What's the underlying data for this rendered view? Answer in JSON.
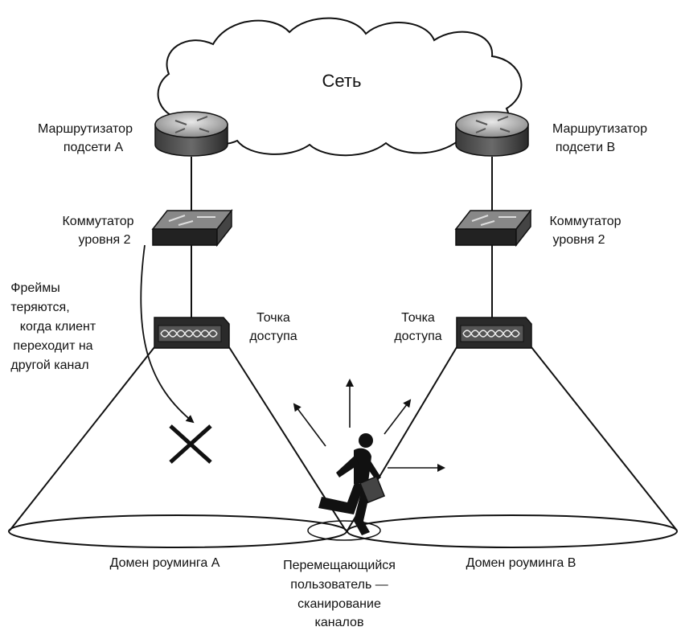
{
  "network": {
    "cloud_label": "Сеть"
  },
  "router_a": {
    "label_line1": "Маршрутизатор",
    "label_line2": "подсети A"
  },
  "router_b": {
    "label_line1": "Маршрутизатор",
    "label_line2": "подсети B"
  },
  "switch_a": {
    "label_line1": "Коммутатор",
    "label_line2": "уровня 2"
  },
  "switch_b": {
    "label_line1": "Коммутатор",
    "label_line2": "уровня 2"
  },
  "ap_a": {
    "label_line1": "Точка",
    "label_line2": "доступа"
  },
  "ap_b": {
    "label_line1": "Точка",
    "label_line2": "доступа"
  },
  "lost_frames_note": {
    "lines": [
      "Фреймы",
      "теряются,",
      "когда клиент",
      "переходит на",
      "другой канал"
    ]
  },
  "roaming_domain_a": {
    "label": "Домен роуминга A"
  },
  "roaming_domain_b": {
    "label": "Домен роуминга B"
  },
  "roaming_user": {
    "lines": [
      "Перемещающийся",
      "пользователь —",
      "сканирование",
      "каналов"
    ]
  }
}
